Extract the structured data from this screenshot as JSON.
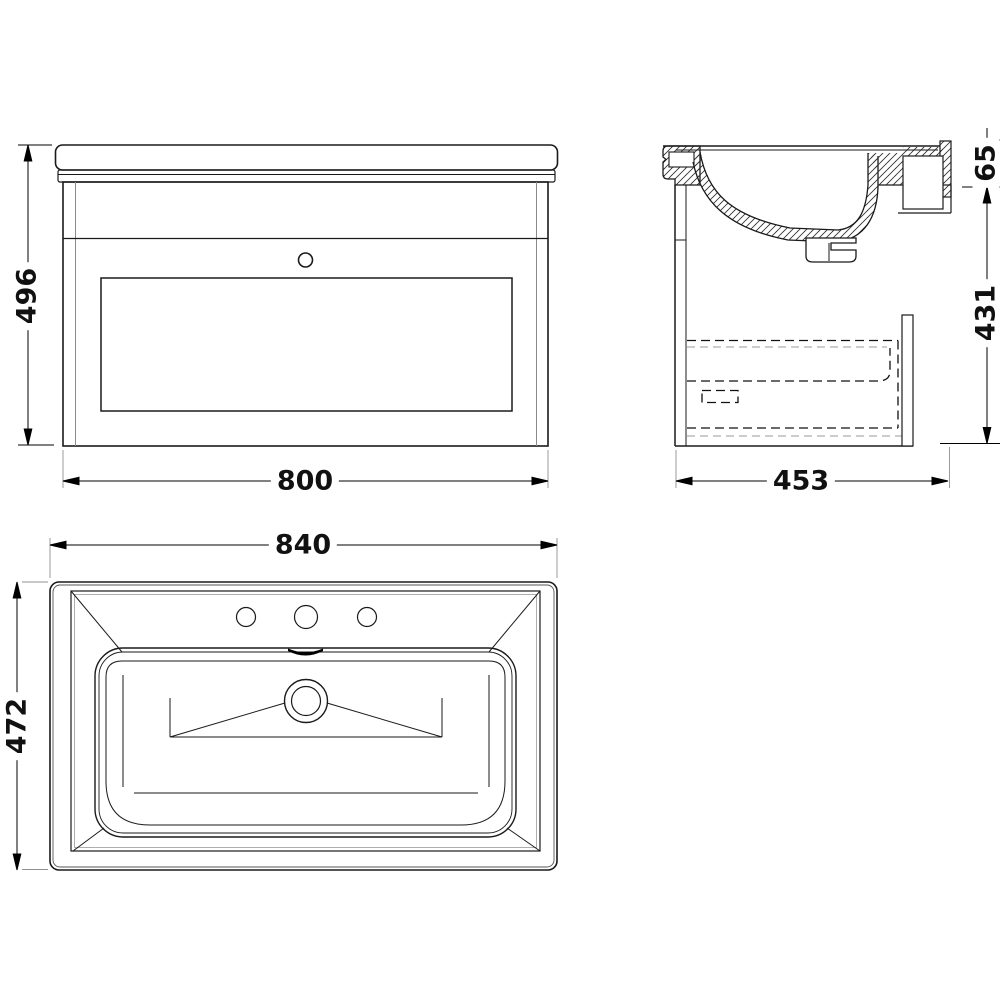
{
  "views": {
    "front": {
      "width": "800",
      "height": "496"
    },
    "side": {
      "rim_thickness": "65",
      "body_height": "431",
      "depth": "453"
    },
    "plan": {
      "width": "840",
      "depth": "472"
    }
  },
  "colors": {
    "line": "#1a1a1a",
    "dimension": "#000000",
    "extension": "#909090",
    "background": "#ffffff"
  }
}
